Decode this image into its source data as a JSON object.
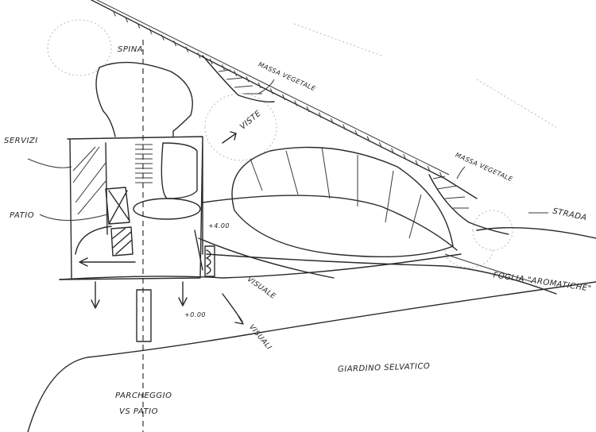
{
  "labels": {
    "spina": "SPINA",
    "massa_vegetale_1": "MASSA VEGETALE",
    "massa_vegetale_2": "MASSA VEGETALE",
    "viste": "VISTE",
    "servizi": "SERVIZI",
    "patio": "PATIO",
    "strada": "STRADA",
    "foglia": "FOGLIA \"AROMATICHE\"",
    "visuale_1": "VISUALE",
    "visuale_2": "VISUALI",
    "level_upper": "+4.00",
    "level_lower": "+0.00",
    "giardino": "GIARDINO SELVATICO",
    "parcheggio": "PARCHEGGIO",
    "vs_patio": "VS PATIO"
  }
}
